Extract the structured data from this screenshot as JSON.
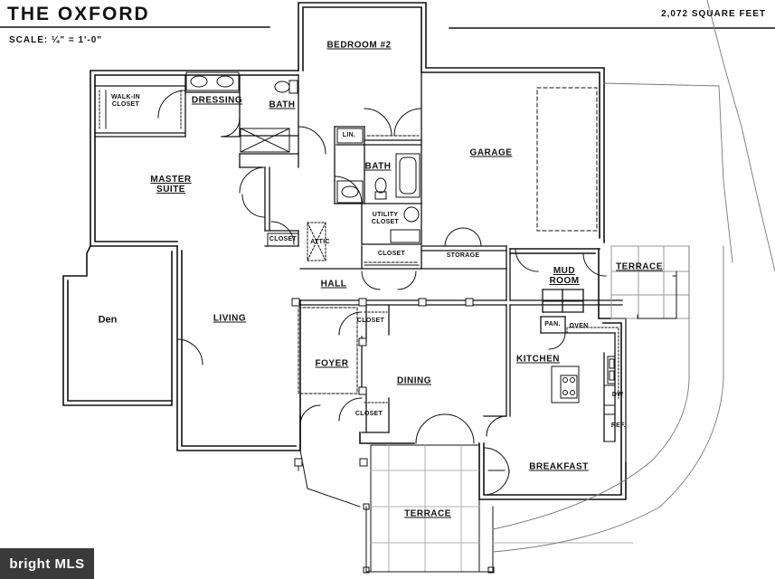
{
  "header": {
    "title": "THE OXFORD",
    "square_feet": "2,072 SQUARE FEET",
    "scale": "SCALE: ¼\" = 1'-0\""
  },
  "rooms": {
    "bedroom2": "BEDROOM #2",
    "garage": "GARAGE",
    "dressing": "DRESSING",
    "walkin_line1": "WALK-IN",
    "walkin_line2": "CLOSET",
    "bath_master": "BATH",
    "lin": "LIN.",
    "bath2": "BATH",
    "master_line1": "MASTER",
    "master_line2": "SUITE",
    "utility_line1": "UTILITY",
    "utility_line2": "CLOSET",
    "closet_master": "CLOSET",
    "attic": "ATTIC",
    "closet_hall": "CLOSET",
    "storage": "STORAGE",
    "mud_line1": "MUD",
    "mud_line2": "ROOM",
    "terrace_side": "TERRACE",
    "hall": "HALL",
    "den": "Den",
    "living": "LIVING",
    "closet_foyer": "CLOSET",
    "pan": "PAN.",
    "oven": "OVEN",
    "kitchen": "KITCHEN",
    "foyer": "FOYER",
    "dining": "DINING",
    "dw": "DW",
    "closet_dining": "CLOSET",
    "ref": "REF.",
    "breakfast": "BREAKFAST",
    "terrace_main": "TERRACE"
  },
  "watermark": {
    "text": "bright MLS"
  },
  "colors": {
    "wall": "#111111",
    "hatch": "#888888",
    "background": "#ffffff",
    "watermark_bg": "#3a3a3a"
  }
}
